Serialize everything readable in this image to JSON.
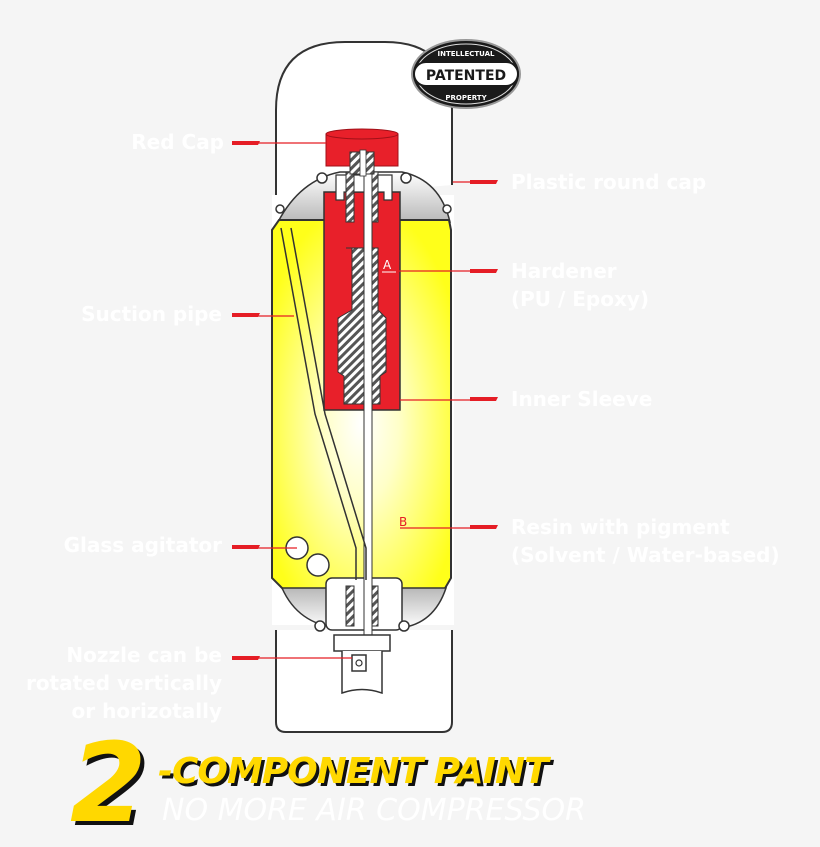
{
  "badge": {
    "top_text": "INTELLECTUAL",
    "main_text": "PATENTED",
    "bottom_text": "PROPERTY"
  },
  "markers": {
    "a": "A",
    "b": "B"
  },
  "labels": {
    "red_cap": "Red Cap",
    "plastic_round_cap": "Plastic round cap",
    "hardener_line1": "Hardener",
    "hardener_line2": "(PU / Epoxy)",
    "suction_pipe": "Suction pipe",
    "inner_sleeve": "Inner Sleeve",
    "resin_line1": "Resin with pigment",
    "resin_line2": "(Solvent / Water-based)",
    "glass_agitator": "Glass agitator",
    "nozzle_line1": "Nozzle can be",
    "nozzle_line2": "rotated vertically",
    "nozzle_line3": "or horizotally"
  },
  "title": {
    "number": "2",
    "main": "-COMPONENT PAINT",
    "subtitle": "NO MORE AIR COMPRESSOR"
  },
  "colors": {
    "background": "#f5f5f5",
    "can_yellow": "#ffff33",
    "hardener_red": "#e8202a",
    "leader_red": "#e51d25",
    "title_yellow": "#ffd800",
    "label_text": "#ffffff"
  }
}
